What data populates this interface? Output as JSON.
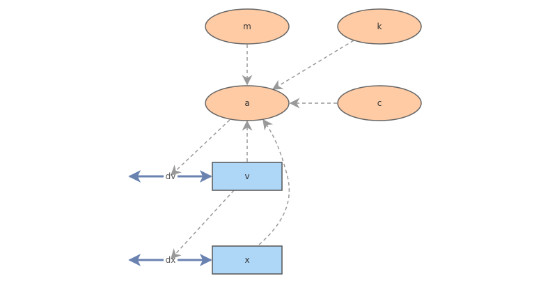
{
  "colors": {
    "ellipse_fill": "#ffcba4",
    "ellipse_stroke": "#666666",
    "rect_fill": "#aed6f7",
    "rect_stroke": "#555555",
    "dashed_edge": "#999999",
    "solid_arrow": "#6a82b0"
  },
  "nodes": {
    "m": "m",
    "k": "k",
    "a": "a",
    "c": "c",
    "v": "v",
    "x": "x"
  },
  "labels": {
    "dv": "dv",
    "dx": "dx"
  }
}
